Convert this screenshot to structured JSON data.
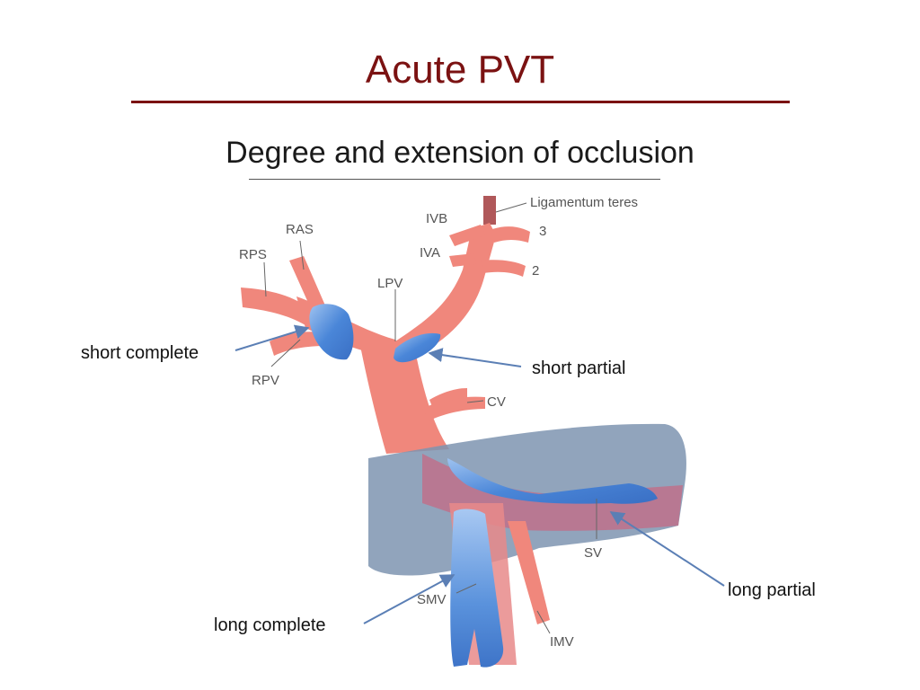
{
  "slide": {
    "title": "Acute PVT",
    "subtitle": "Degree and extension of occlusion"
  },
  "vessel_labels": {
    "ligamentum_teres": "Ligamentum teres",
    "ivb": "IVB",
    "seg3": "3",
    "ras": "RAS",
    "iva": "IVA",
    "rps": "RPS",
    "seg2": "2",
    "lpv": "LPV",
    "rpv": "RPV",
    "cv": "CV",
    "sv": "SV",
    "smv": "SMV",
    "imv": "IMV"
  },
  "callouts": {
    "short_complete": "short complete",
    "short_partial": "short partial",
    "long_partial": "long partial",
    "long_complete": "long complete"
  },
  "colors": {
    "title": "#7b1212",
    "vessel": "#f0877c",
    "vessel_dark": "#d8655a",
    "thrombus": "#4a86d8",
    "pancreas": "#7e94b0",
    "arrow": "#5b7fb5"
  }
}
